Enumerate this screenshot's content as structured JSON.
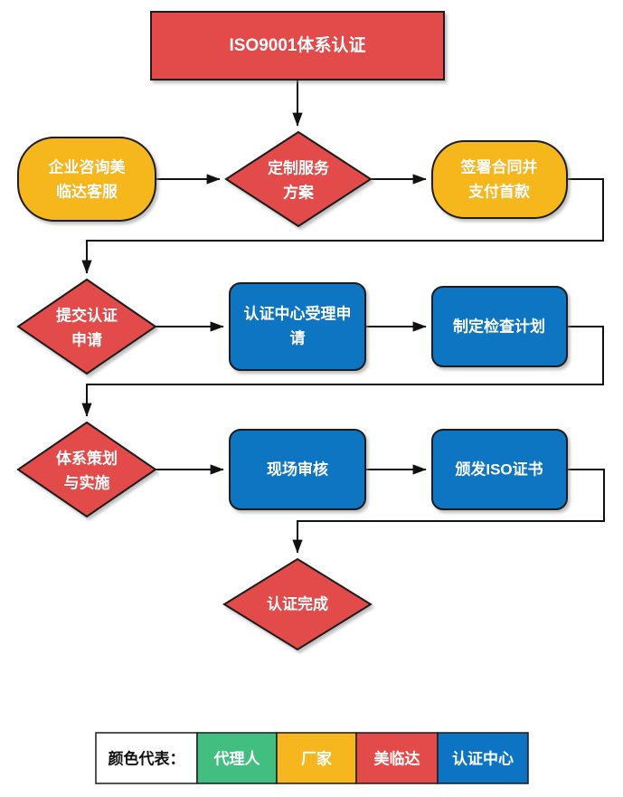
{
  "diagram": {
    "title_node": {
      "label": "ISO9001体系认证",
      "shape": "rect",
      "color": "#E34B4B"
    },
    "nodes": [
      {
        "id": "n1",
        "label_lines": [
          "企业咨询美",
          "临达客服"
        ],
        "shape": "rounded-rect",
        "color": "#F6B71E",
        "role": "厂家"
      },
      {
        "id": "n2",
        "label_lines": [
          "定制服务",
          "方案"
        ],
        "shape": "diamond",
        "color": "#E34B4B",
        "role": "美临达"
      },
      {
        "id": "n3",
        "label_lines": [
          "签署合同并",
          "支付首款"
        ],
        "shape": "rounded-rect",
        "color": "#F6B71E",
        "role": "厂家"
      },
      {
        "id": "n4",
        "label_lines": [
          "提交认证",
          "申请"
        ],
        "shape": "diamond",
        "color": "#E34B4B",
        "role": "美临达"
      },
      {
        "id": "n5",
        "label_lines": [
          "认证中心受理申",
          "请"
        ],
        "shape": "rounded-rect",
        "color": "#0C74C2",
        "role": "认证中心"
      },
      {
        "id": "n6",
        "label_lines": [
          "制定检查计划"
        ],
        "shape": "rounded-rect",
        "color": "#0C74C2",
        "role": "认证中心"
      },
      {
        "id": "n7",
        "label_lines": [
          "体系策划",
          "与实施"
        ],
        "shape": "diamond",
        "color": "#E34B4B",
        "role": "美临达"
      },
      {
        "id": "n8",
        "label_lines": [
          "现场审核"
        ],
        "shape": "rounded-rect",
        "color": "#0C74C2",
        "role": "认证中心"
      },
      {
        "id": "n9",
        "label_lines": [
          "颁发ISO证书"
        ],
        "shape": "rounded-rect",
        "color": "#0C74C2",
        "role": "认证中心"
      },
      {
        "id": "n10",
        "label_lines": [
          "认证完成"
        ],
        "shape": "diamond",
        "color": "#E34B4B",
        "role": "美临达"
      }
    ],
    "edges": [
      {
        "from": "title_node",
        "to": "n2"
      },
      {
        "from": "n1",
        "to": "n2"
      },
      {
        "from": "n2",
        "to": "n3"
      },
      {
        "from": "n3",
        "to": "n4"
      },
      {
        "from": "n4",
        "to": "n5"
      },
      {
        "from": "n5",
        "to": "n6"
      },
      {
        "from": "n6",
        "to": "n7"
      },
      {
        "from": "n7",
        "to": "n8"
      },
      {
        "from": "n8",
        "to": "n9"
      },
      {
        "from": "n9",
        "to": "n10"
      }
    ]
  },
  "legend": {
    "title": "颜色代表：",
    "items": [
      {
        "label": "代理人",
        "color": "#41BE80"
      },
      {
        "label": "厂家",
        "color": "#F6B71E"
      },
      {
        "label": "美临达",
        "color": "#E34B4B"
      },
      {
        "label": "认证中心",
        "color": "#0C74C2"
      }
    ]
  },
  "colors": {
    "red": "#E34B4B",
    "yellow": "#F6B71E",
    "blue": "#0C74C2",
    "green": "#41BE80",
    "line": "#111111",
    "stroke": "#1a1a1a",
    "background": "#FFFFFF"
  }
}
